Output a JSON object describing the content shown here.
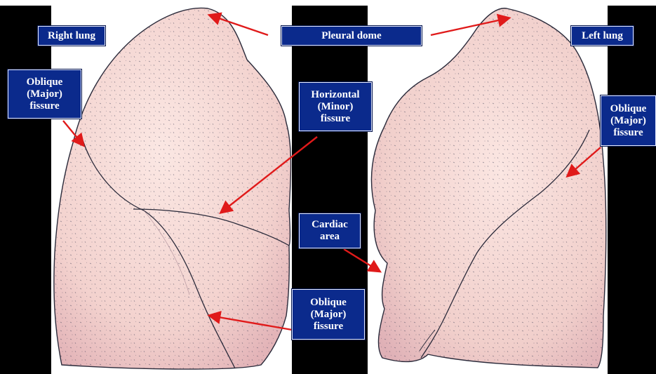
{
  "labels": {
    "right_lung": "Right lung",
    "left_lung": "Left lung",
    "pleural_dome": "Pleural dome",
    "oblique_right": "Oblique\n(Major)\nfissure",
    "horizontal": "Horizontal\n(Minor)\nfissure",
    "cardiac": "Cardiac\narea",
    "oblique_center": "Oblique\n(Major)\nfissure",
    "oblique_left": "Oblique\n(Major)\nfissure"
  },
  "colors": {
    "label_bg": "#0b2a8c",
    "label_text": "#ffffff",
    "arrow": "#e01a1a",
    "lung_fill": "#f3d3cf",
    "lung_outline": "#2a2a3a",
    "background_panels": "#000000"
  }
}
